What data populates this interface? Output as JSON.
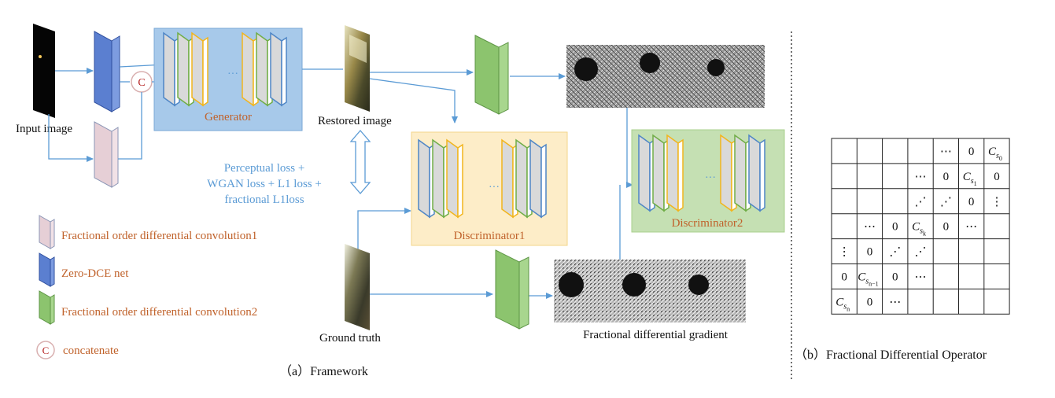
{
  "framework": {
    "input_label": "Input image",
    "generator_label": "Generator",
    "restored_label": "Restored image",
    "ground_truth_label": "Ground truth",
    "concat_symbol": "C",
    "dots": "···",
    "loss_lines": [
      "Perceptual loss +",
      "WGAN loss + L1 loss +",
      "fractional L1loss"
    ],
    "discriminator1_label": "Discriminator1",
    "discriminator2_label": "Discriminator2",
    "gradient_label": "Fractional differential gradient",
    "caption": "（a）Framework"
  },
  "legend": [
    {
      "label": "Fractional order differential convolution1",
      "color": "#e6cfd6"
    },
    {
      "label": "Zero-DCE net",
      "color": "#5b7fd0"
    },
    {
      "label": "Fractional order differential convolution2",
      "color": "#8cc46e"
    },
    {
      "label": "concatenate",
      "symbol": "C"
    }
  ],
  "operator": {
    "caption": "（b）Fractional Differential Operator",
    "grid": [
      [
        "",
        "",
        "",
        "",
        "⋯",
        "0",
        "C_s0"
      ],
      [
        "",
        "",
        "",
        "⋯",
        "0",
        "C_s1",
        "0"
      ],
      [
        "",
        "",
        "",
        "⋰",
        "⋰",
        "0",
        "⋮"
      ],
      [
        "",
        "⋯",
        "0",
        "C_sk",
        "0",
        "⋯",
        ""
      ],
      [
        "⋮",
        "0",
        "⋰",
        "⋰",
        "",
        "",
        ""
      ],
      [
        "0",
        "C_sn-1",
        "0",
        "⋯",
        "",
        "",
        ""
      ],
      [
        "C_sn",
        "0",
        "⋯",
        "",
        "",
        "",
        ""
      ]
    ],
    "symbols": {
      "C_s0": {
        "base": "C",
        "sub": "s",
        "subsub": "0"
      },
      "C_s1": {
        "base": "C",
        "sub": "s",
        "subsub": "1"
      },
      "C_sk": {
        "base": "C",
        "sub": "s",
        "subsub": "k"
      },
      "C_sn-1": {
        "base": "C",
        "sub": "s",
        "subsub": "n−1"
      },
      "C_sn": {
        "base": "C",
        "sub": "s",
        "subsub": "n"
      }
    }
  }
}
